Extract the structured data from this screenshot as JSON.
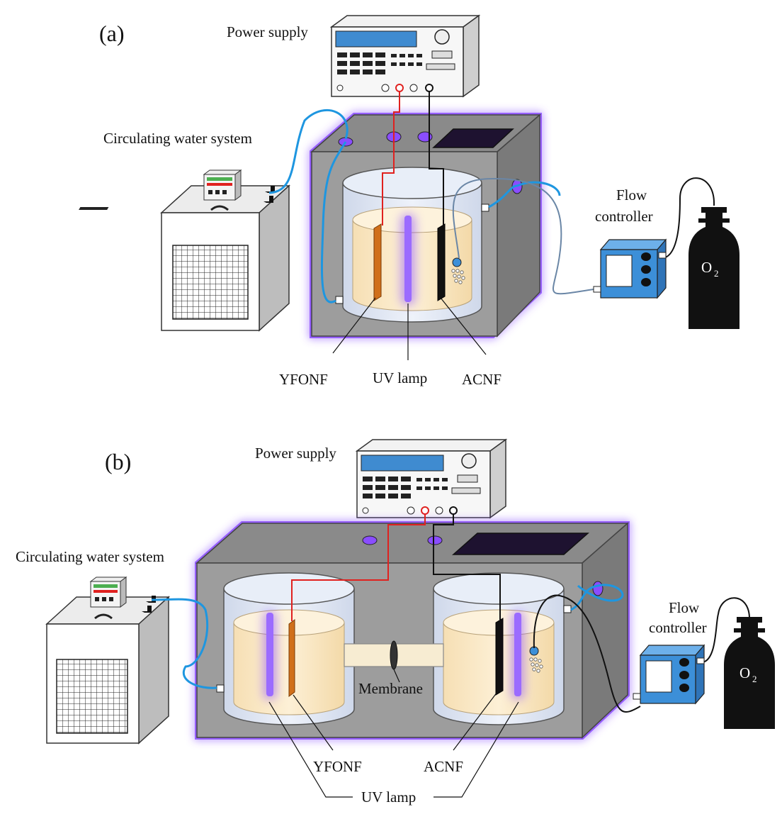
{
  "panel_a": {
    "label": "(a)",
    "power_supply": "Power supply",
    "circulating": "Circulating water system",
    "flow_line1": "Flow",
    "flow_line2": "controller",
    "o2": "O",
    "o2_sub": "2",
    "yfonf": "YFONF",
    "uv_lamp": "UV lamp",
    "acnf": "ACNF"
  },
  "panel_b": {
    "label": "(b)",
    "power_supply": "Power supply",
    "circulating": "Circulating water system",
    "flow_line1": "Flow",
    "flow_line2": "controller",
    "o2": "O",
    "o2_sub": "2",
    "membrane": "Membrane",
    "yfonf": "YFONF",
    "acnf": "ACNF",
    "uv_lamp": "UV lamp"
  },
  "colors": {
    "box_front": "#9d9d9d",
    "box_top": "#8a8a8a",
    "box_side": "#7a7a7a",
    "uv_glow": "#8a4dff",
    "uv_lamp": "#9b6bff",
    "electrolyte": "#fdebc8",
    "beaker_glass": "#dfe6f3",
    "water_tube": "#1e96e0",
    "wire_red": "#e0211f",
    "wire_black": "#111111",
    "yfonf_electrode": "#d06f1a",
    "acnf_electrode": "#111111",
    "flow_ctrl": "#3c8fd8",
    "lcd": "#3f8bd0"
  }
}
